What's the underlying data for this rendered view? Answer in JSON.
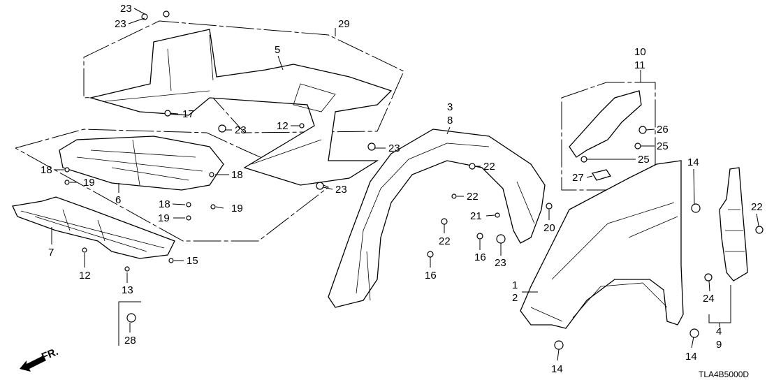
{
  "diagram": {
    "callouts": [
      "23",
      "23",
      "29",
      "5",
      "17",
      "23",
      "12",
      "23",
      "18",
      "19",
      "6",
      "18",
      "18",
      "19",
      "19",
      "23",
      "7",
      "12",
      "15",
      "13",
      "28",
      "3",
      "8",
      "22",
      "22",
      "21",
      "20",
      "22",
      "16",
      "16",
      "23",
      "10",
      "11",
      "26",
      "25",
      "25",
      "27",
      "14",
      "22",
      "1",
      "2",
      "24",
      "4",
      "9",
      "14",
      "14"
    ],
    "direction_label": "FR.",
    "diagram_code": "TLA4B5000D"
  }
}
